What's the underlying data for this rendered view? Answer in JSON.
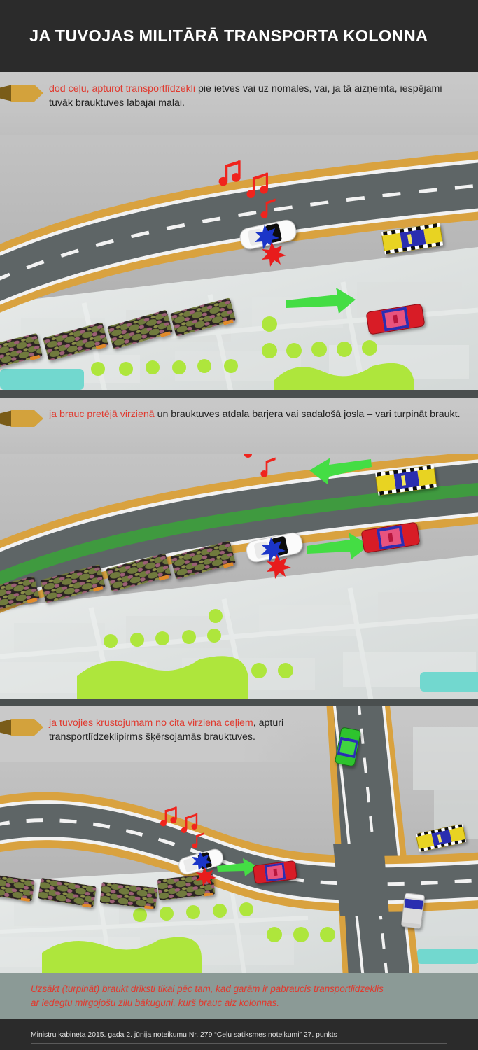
{
  "header": {
    "title": "JA TUVOJAS MILITĀRĀ TRANSPORTA KOLONNA",
    "background_color": "#2b2b2b",
    "text_color": "#ffffff"
  },
  "colors": {
    "highlight_red": "#e03a2f",
    "marker_gold": "#d3a23c",
    "marker_tail": "#7a5c18",
    "road_asphalt": "#5e6566",
    "road_shoulder_gold": "#d9a23f",
    "road_edge_white": "#f2f2f2",
    "median_green": "#3f9a3f",
    "arrow_green": "#44dd44",
    "body_text": "#222222",
    "panel_gray": "#c6c6c6",
    "separator_dark": "#4a4f4f",
    "footnote_bg": "#8b9a96",
    "tree_green": "#aee63c",
    "water_teal": "#72d8cf",
    "siren_blue": "#1b35c8",
    "siren_red": "#e81c1c",
    "music_note_red": "#f0241d",
    "taxi_yellow": "#e8d321",
    "taxi_blue": "#2a2fb0",
    "car_red": "#d81f26",
    "car_green": "#2fc32f",
    "van_white": "#dcdcdc",
    "camo_olive": "#6f7a3c"
  },
  "steps": [
    {
      "id": "step-1",
      "marker": "gold-pencil-marker",
      "highlight": "dod ceļu, apturot transportlīdzekli",
      "rest": " pie ietves vai uz nomales, vai, ja tā aizņemta, iespējami tuvāk brauktuves labajai malai.",
      "scene": {
        "name": "scene-give-way-pull-over",
        "description": "Divvirzienu ceļš ar militāru kolonnu kreisajā joslā, policijas eskorta auto ar mirgojošām bākugunīm, taksometrs un sarkana automašīna labajā joslā, zaļa bultiņa norāda kustības virzienu pa labi.",
        "arrows": [
          {
            "direction": "right",
            "color": "#44dd44"
          }
        ],
        "vehicles": [
          "military-convoy-truck",
          "military-convoy-truck",
          "military-convoy-truck",
          "military-convoy-truck",
          "military-convoy-truck",
          "police-escort-car",
          "yellow-taxi",
          "red-car"
        ]
      }
    },
    {
      "id": "step-2",
      "marker": "gold-pencil-marker",
      "highlight": "ja brauc pretējā virzienā",
      "rest": " un brauktuves atdala barjera vai sadalošā josla – vari turpināt braukt.",
      "scene": {
        "name": "scene-divided-road-continue",
        "description": "Ceļš ar zaļu sadalošo joslu vidū; kolonna un policijas auto apakšējā brauktuvē, taksometrs pretējā virzienā ar zaļu bultiņu pa kreisi.",
        "arrows": [
          {
            "direction": "left",
            "color": "#44dd44"
          },
          {
            "direction": "right",
            "color": "#44dd44"
          }
        ],
        "vehicles": [
          "military-convoy-truck",
          "military-convoy-truck",
          "military-convoy-truck",
          "military-convoy-truck",
          "police-escort-car",
          "yellow-taxi",
          "red-car"
        ]
      }
    },
    {
      "id": "step-3",
      "marker": "gold-pencil-marker",
      "highlight": "ja tuvojies krustojumam no cita virziena ceļiem",
      "rest": ", apturi transportlīdzeklipirms šķērsojamās brauktuves.",
      "scene": {
        "name": "scene-intersection-stop",
        "description": "Krustojums; kolonna un policijas auto tuvojas pa kreiso ceļu, šķērsojošā ceļa automašīnas gaida – zaļa automašīna, taksometrs, sarkana automašīna un balts mikroautobuss.",
        "arrows": [
          {
            "direction": "right",
            "color": "#44dd44"
          }
        ],
        "vehicles": [
          "military-convoy-truck",
          "military-convoy-truck",
          "military-convoy-truck",
          "military-convoy-truck",
          "police-escort-car",
          "red-car",
          "green-car",
          "yellow-taxi",
          "white-van"
        ]
      }
    }
  ],
  "footnote": {
    "line1": "Uzsākt (turpināt) braukt drīksti tikai pēc tam, kad garām ir pabraucis transportlīdzeklis",
    "line2": "ar iedegtu mirgojošu zilu bākuguni, kurš brauc aiz kolonnas."
  },
  "credit": {
    "text": "Ministru kabineta 2015. gada 2.  jūnija noteikumu Nr. 279 “Ceļu satiksmes noteikumi” 27. punkts"
  }
}
